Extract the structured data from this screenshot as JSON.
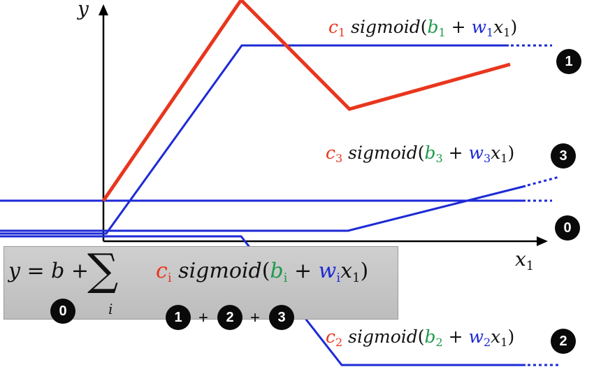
{
  "axes": {
    "y_label": "y",
    "x_label": "x",
    "x_sub": "1"
  },
  "terms": [
    {
      "c": "c",
      "idx": "1",
      "func": "sigmoid",
      "b": "b",
      "w": "w",
      "x": "x",
      "xsub": "1",
      "badge": "1"
    },
    {
      "c": "c",
      "idx": "3",
      "func": "sigmoid",
      "b": "b",
      "w": "w",
      "x": "x",
      "xsub": "1",
      "badge": "3"
    },
    {
      "c": "c",
      "idx": "2",
      "func": "sigmoid",
      "b": "b",
      "w": "w",
      "x": "x",
      "xsub": "1",
      "badge": "2"
    }
  ],
  "constant_badge": "0",
  "formula": {
    "lhs": "y = b +",
    "sum_symbol": "∑",
    "sum_index": "i",
    "c": "c",
    "i": "i",
    "func": "sigmoid",
    "b": "b",
    "w": "w",
    "x": "x",
    "xsub": "1",
    "badge_b": "0",
    "badge_1": "1",
    "badge_2": "2",
    "badge_3": "3",
    "plus": "+"
  },
  "colors": {
    "target": "#e8361e",
    "sigmoid": "#1d2ad6",
    "bias_text": "#1f9a4c",
    "weight_text": "#1d2ad6",
    "coef_text": "#e8361e"
  }
}
